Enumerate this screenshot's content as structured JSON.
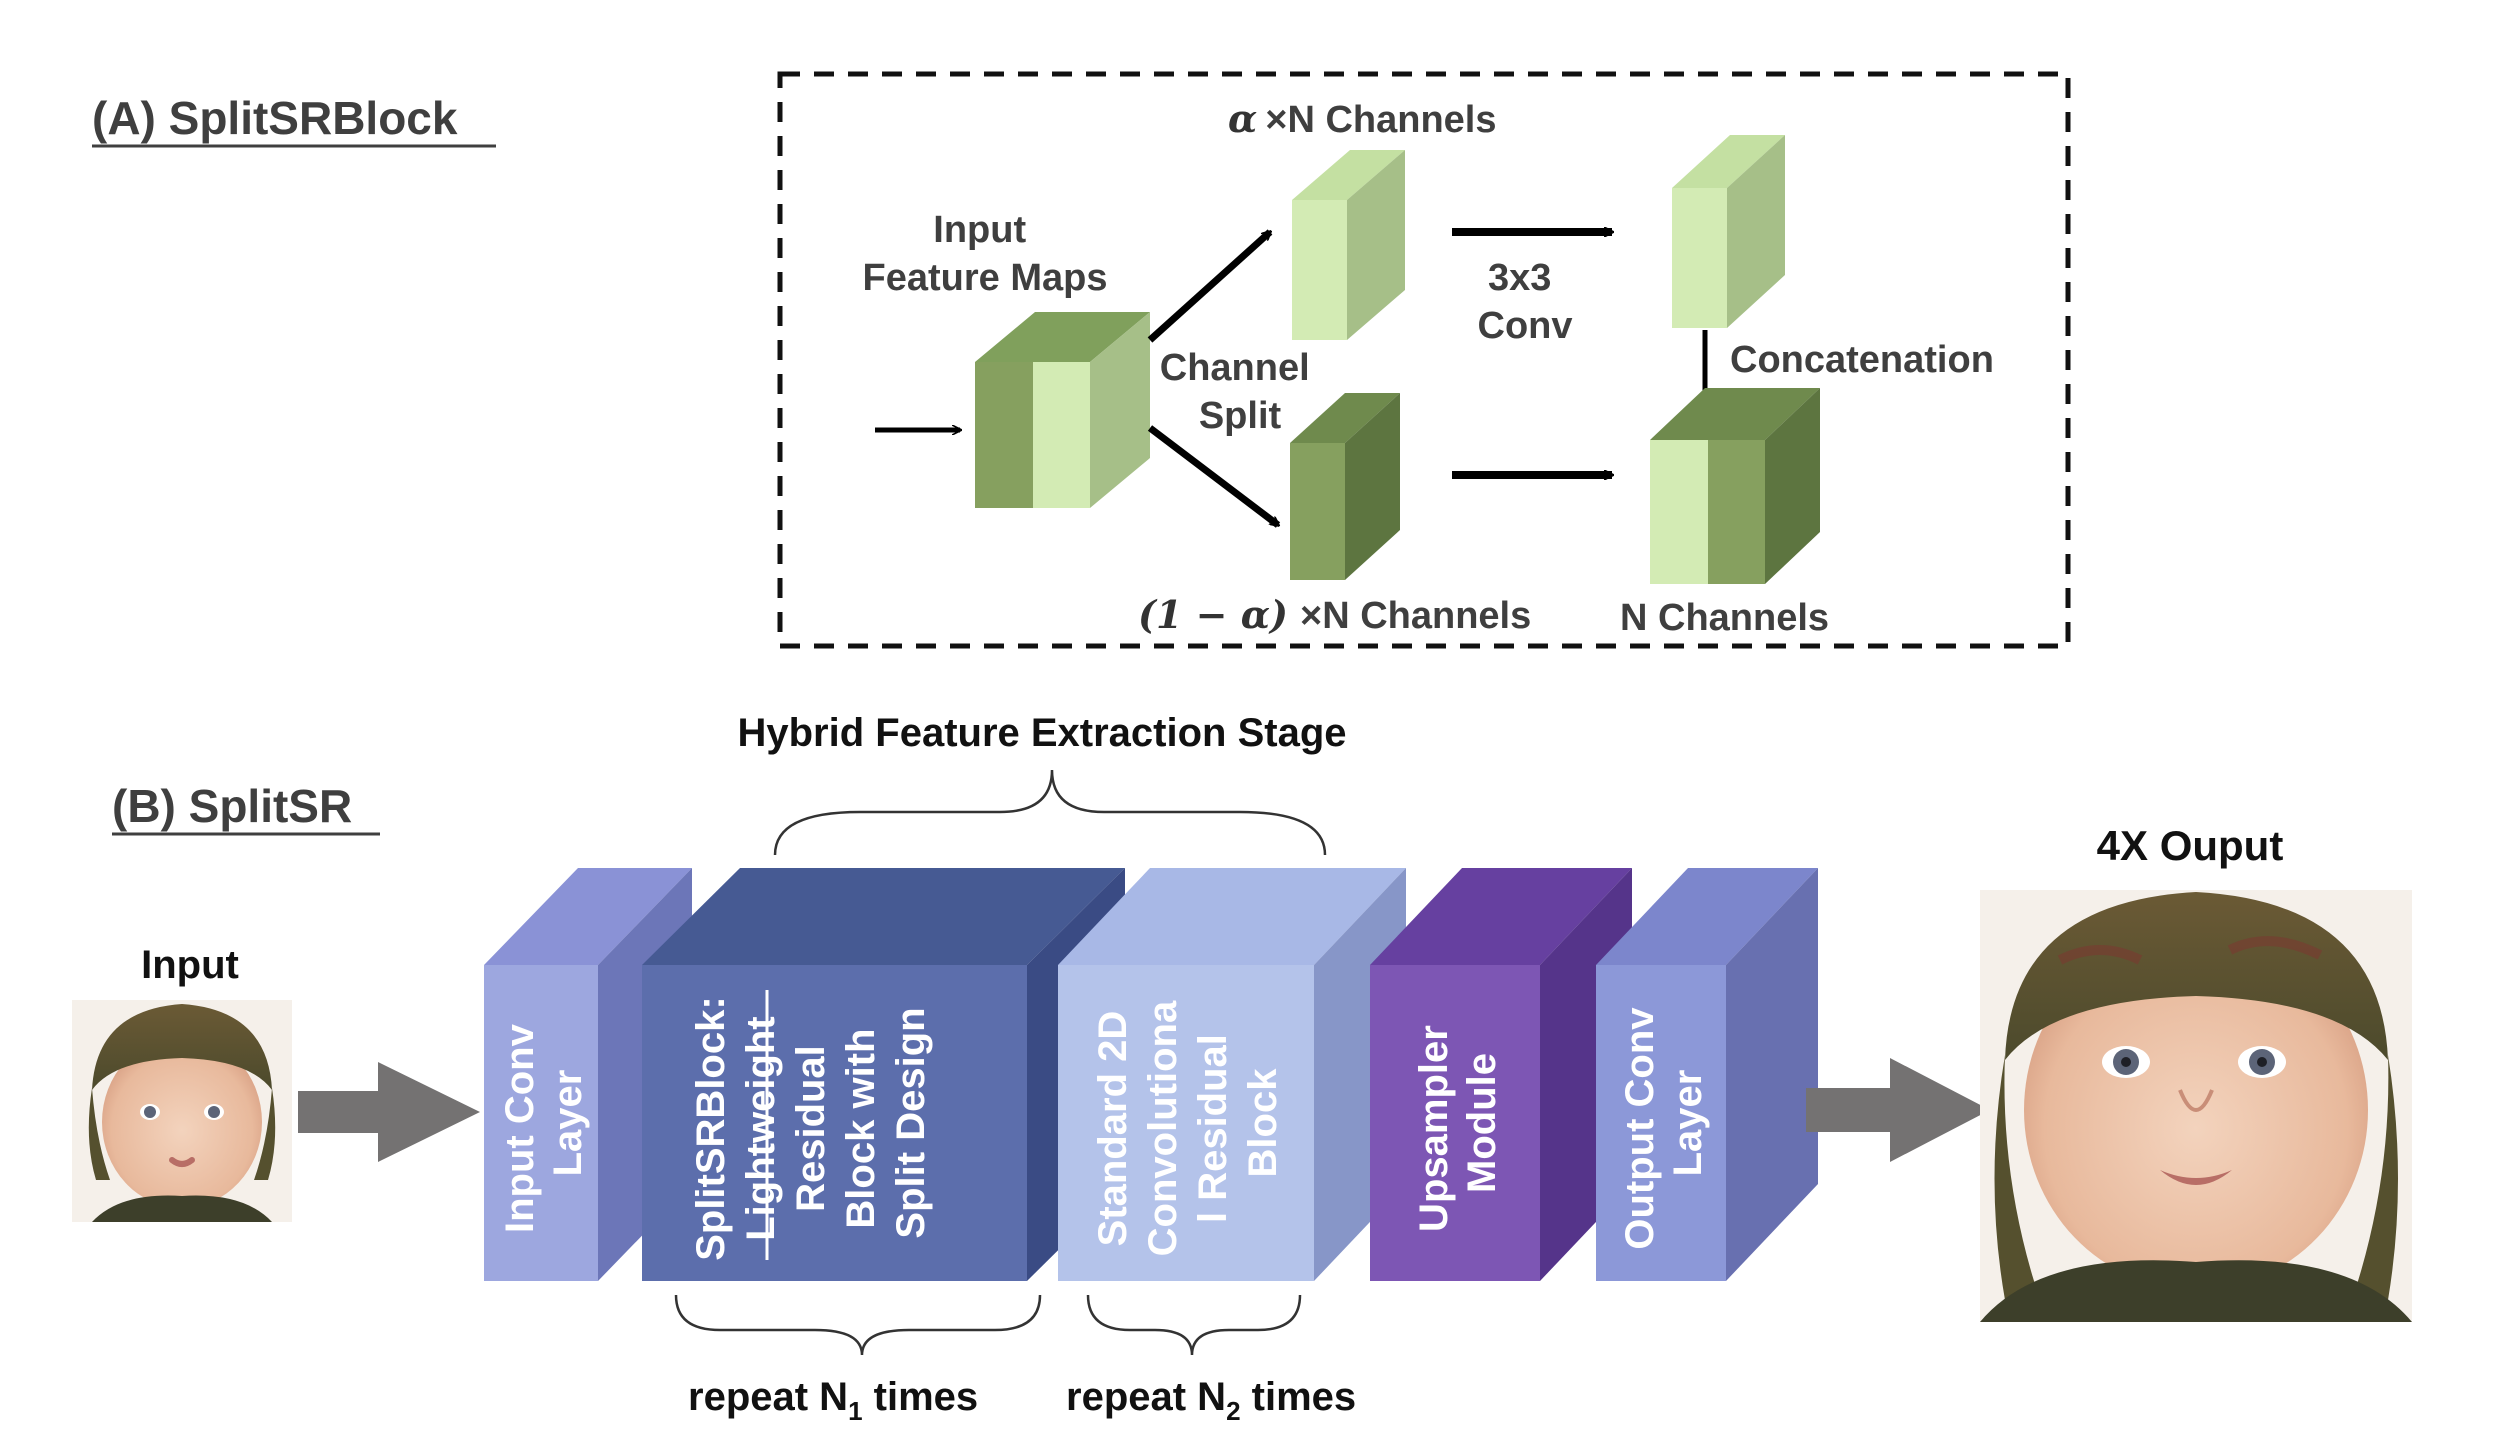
{
  "panel_a": {
    "title": "(A) SplitSRBlock",
    "input_label": [
      "Input",
      "Feature Maps"
    ],
    "channel_split": [
      "Channel",
      "Split"
    ],
    "alpha_symbol": "α",
    "alpha_channels": "×N Channels",
    "one_minus_alpha": "(1 − α)",
    "one_minus_channels": "×N Channels",
    "conv_label": [
      "3x3",
      "Conv"
    ],
    "concatenation": "Concatenation",
    "n_channels": "N Channels"
  },
  "panel_b": {
    "title": "(B) SplitSR",
    "stage_label": "Hybrid Feature Extraction Stage",
    "input_label": "Input",
    "output_label": "4X Ouput",
    "blocks": {
      "input_conv": [
        "Input Conv",
        "Layer"
      ],
      "splitsr_heading": "SplitSRBlock:",
      "splitsr_body": [
        "Lightweight",
        "Residual",
        "Block with",
        "Split Design"
      ],
      "standard": [
        "Standard 2D",
        "Convolutiona",
        "l Residual",
        "Block"
      ],
      "upsampler": [
        "Upsampler",
        "Module"
      ],
      "output_conv": [
        "Output Conv",
        "Layer"
      ]
    },
    "repeat1": {
      "prefix": "repeat N",
      "sub": "1",
      "suffix": " times"
    },
    "repeat2": {
      "prefix": "repeat N",
      "sub": "2",
      "suffix": " times"
    }
  },
  "colors": {
    "green_light_front": "#d3ebb4",
    "green_light_side": "#a6bf88",
    "green_light_top": "#c4e0a2",
    "green_dark_front": "#86a05f",
    "green_dark_side": "#5d7540",
    "green_dark_top": "#6f8a4d",
    "input_conv": "#9da7df",
    "splitsr": "#5c6eac",
    "standard": "#b4c3ea",
    "upsampler": "#7d56b4",
    "output_conv": "#8c98d8",
    "arrow_gray": "#747272"
  }
}
